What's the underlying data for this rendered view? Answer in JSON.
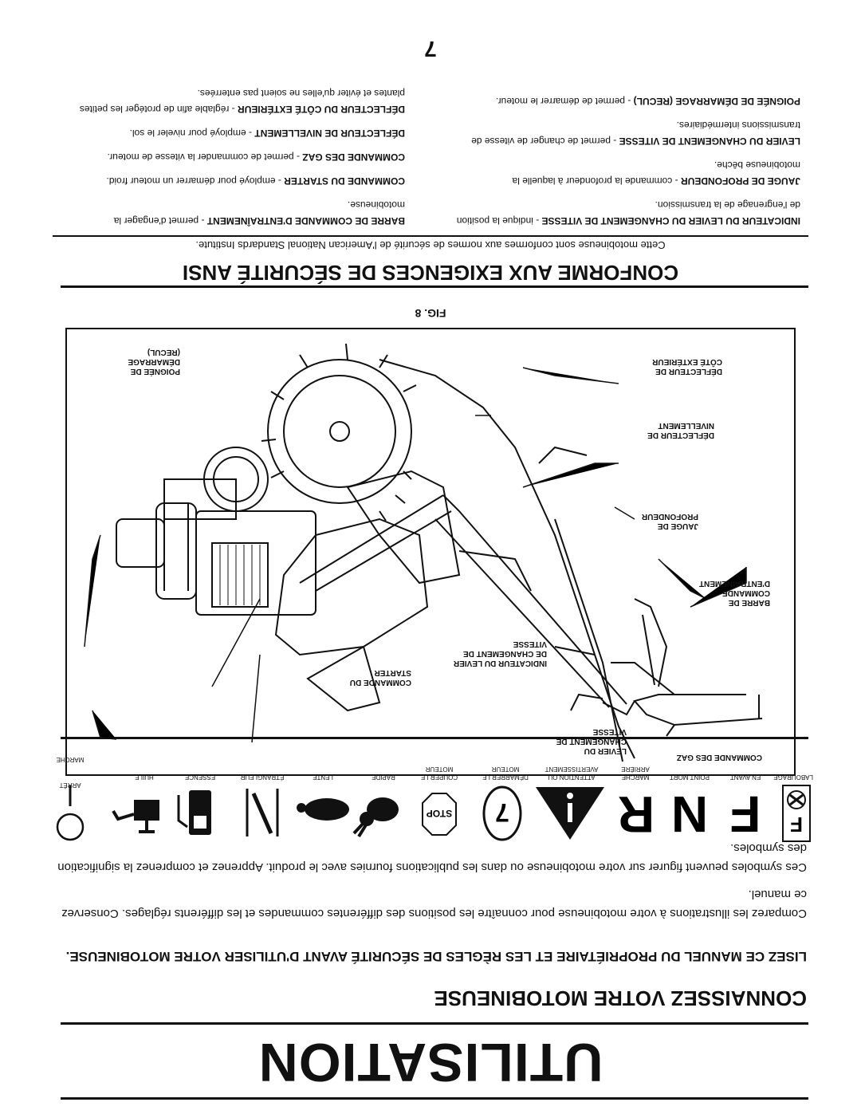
{
  "page": {
    "title": "UTILISATION",
    "section_title": "CONNAISSEZ VOTRE MOTOBINEUSE",
    "heading": "LISEZ CE MANUEL DU PROPRIÉTAIRE ET LES RÈGLES DE SÉCURITÉ AVANT D'UTILISER VOTRE MOTOBINEUSE.",
    "intro_1": "Comparez les illustrations à votre motobineuse pour connaître les positions des différentes commandes et les différents réglages. Conservez ce manuel.",
    "intro_2": "Ces symboles peuvent figurer sur votre motobineuse ou dans les publications fournies avec le produit. Apprenez et comprenez la signification des symboles.",
    "symbols": [
      "LABOURAGE",
      "EN AVANT",
      "POINT MORT",
      "MARCHE ARRIÈRE",
      "ATTENTION OU AVERTISSEMENT",
      "DÉMARRER LE MOTEUR",
      "COUPER LE MOTEUR",
      "RAPIDE",
      "LENTE",
      "ÉTRANGLEUR",
      "ESSENCE",
      "HUILE",
      "ARRÊT",
      "MARCHE"
    ],
    "figure_caption": "FIG. 8",
    "callouts": {
      "deflector_outer": "DÉFLECTEUR DE CÔTÉ EXTÉRIEUR",
      "deflector_level": "DÉFLECTEUR DE NIVELLEMENT",
      "depth_gauge": "JAUGE DE PROFONDEUR",
      "drive_bar": "BARRE DE COMMANDE D'ENTRAÎNEMENT",
      "throttle": "COMMANDE DES GAZ",
      "shift_lever": "LEVIER DU CHANGEMENT DE VITESSE",
      "shift_indicator": "INDICATEUR DU LEVIER DE CHANGEMENT DE VITESSE",
      "choke": "COMMANDE DU STARTER",
      "recoil": "POIGNÉE DE DÉMARRAGE (RECUL)"
    },
    "ansi_heading": "CONFORME AUX EXIGENCES DE SÉCURITÉ ANSI",
    "ansi_text": "Cette motobineuse sont conformes aux normes de sécurité de l'American National Standards Institute.",
    "left_column": [
      {
        "term": "BARRE DE COMMANDE D'ENTRAÎNEMENT",
        "desc": " - permet d'engager la motobineuse."
      },
      {
        "term": "COMMANDE DU STARTER",
        "desc": " - employé pour démarrer un moteur froid."
      },
      {
        "term": "COMMANDE DES GAZ",
        "desc": " - permet de commander la vitesse de moteur."
      },
      {
        "term": "DÉFLECTEUR DE NIVELLEMENT",
        "desc": " - employé pour niveler le sol."
      },
      {
        "term": "DÉFLECTEUR DU CÔTÉ EXTÉRIEUR",
        "desc": " - réglable afin de protéger les petites plantes et éviter qu'elles ne soient pas enterrées."
      }
    ],
    "right_column": [
      {
        "term": "INDICATEUR DU LEVIER DU CHANGEMENT DE VITESSE",
        "desc": " - indique la position de l'engrenage de la transmission."
      },
      {
        "term": "JAUGE DE PROFONDEUR",
        "desc": " - commande la profondeur à laquelle la motobineuse bêche."
      },
      {
        "term": "LEVIER DU CHANGEMENT DE VITESSE",
        "desc": " - permet de changer de vitesse de transmissions intermédiaires."
      },
      {
        "term": "POIGNÉE DE DÉMARRAGE (RECUL)",
        "desc": " - permet de démarrer le moteur."
      }
    ],
    "page_number": "7"
  }
}
